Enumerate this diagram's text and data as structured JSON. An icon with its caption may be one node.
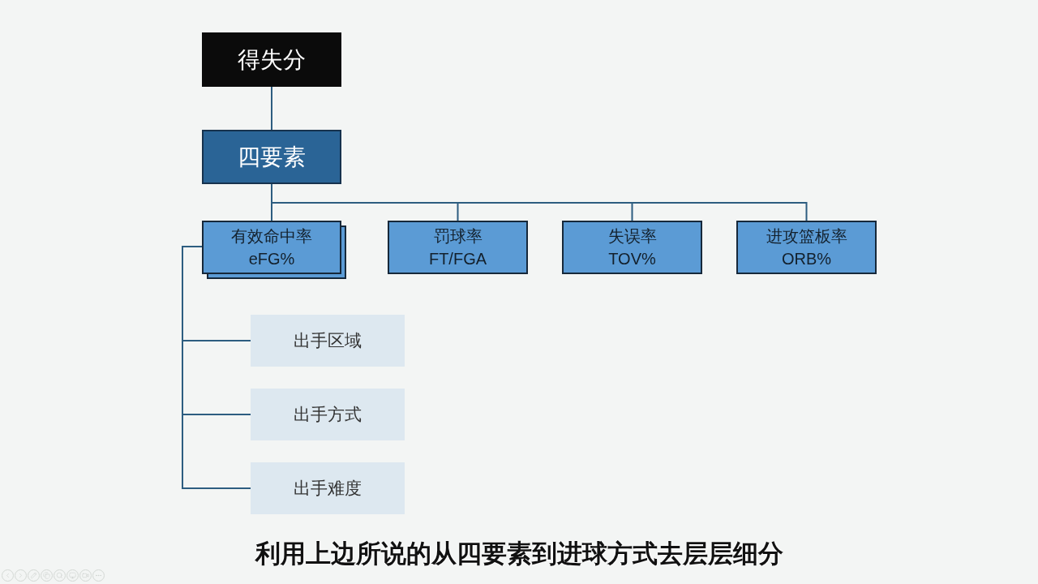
{
  "diagram": {
    "caption": "利用上边所说的从四要素到进球方式去层层细分",
    "nodes": [
      {
        "text": [
          "得失分"
        ]
      },
      {
        "text": [
          "四要素"
        ]
      },
      {
        "text": [
          "有效命中率",
          "eFG%"
        ]
      },
      {
        "text": [
          "罚球率",
          "FT/FGA"
        ]
      },
      {
        "text": [
          "失误率",
          "TOV%"
        ]
      },
      {
        "text": [
          "进攻篮板率",
          "ORB%"
        ]
      },
      {
        "text": [
          "出手区域"
        ]
      },
      {
        "text": [
          "出手方式"
        ]
      },
      {
        "text": [
          "出手难度"
        ]
      }
    ],
    "edges": [
      {
        "from": 0,
        "to": 1,
        "arrow": "none"
      },
      {
        "from": 1,
        "to": 2,
        "arrow": "none"
      },
      {
        "from": 1,
        "to": 3,
        "arrow": "none"
      },
      {
        "from": 1,
        "to": 4,
        "arrow": "none"
      },
      {
        "from": 1,
        "to": 5,
        "arrow": "none"
      },
      {
        "from": 2,
        "to": 6,
        "arrow": "none"
      },
      {
        "from": 2,
        "to": 7,
        "arrow": "none"
      },
      {
        "from": 2,
        "to": 8,
        "arrow": "none"
      }
    ]
  }
}
